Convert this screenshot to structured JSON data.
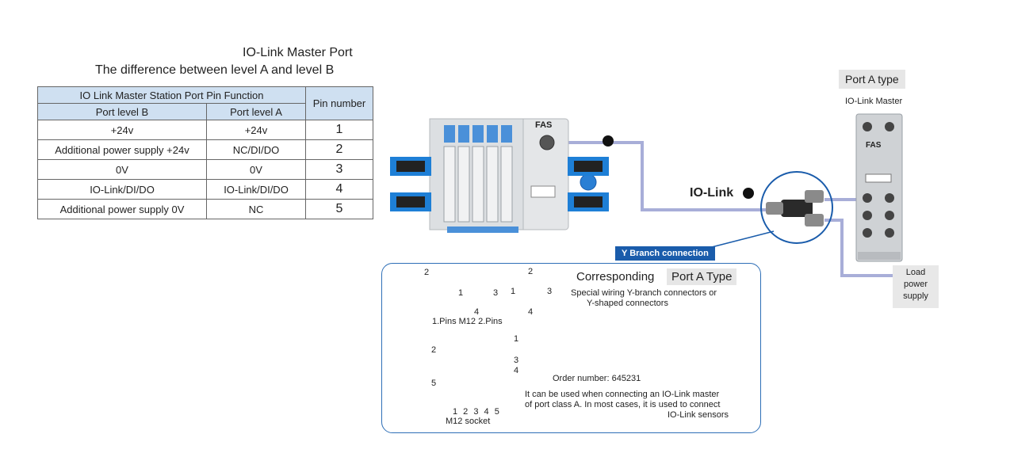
{
  "table_section": {
    "title_line1": "IO-Link Master Port",
    "title_line2": "The difference between level A and level B",
    "header_group": "IO Link Master Station Port Pin Function",
    "header_pin": "Pin number",
    "header_level_b": "Port level B",
    "header_level_a": "Port level A",
    "rows": [
      {
        "pin": "1",
        "level_a": "+24v",
        "level_b": "+24v"
      },
      {
        "pin": "2",
        "level_a": "NC/DI/DO",
        "level_b": "Additional power supply +24v"
      },
      {
        "pin": "3",
        "level_a": "0V",
        "level_b": "0V"
      },
      {
        "pin": "4",
        "level_a": "IO-Link/DI/DO",
        "level_b": "IO-Link/DI/DO"
      },
      {
        "pin": "5",
        "level_a": "NC",
        "level_b": "Additional power supply 0V"
      }
    ]
  },
  "diagram": {
    "io_link_label": "IO-Link",
    "port_a_type": "Port A type",
    "io_link_master_label": "IO-Link Master",
    "load_power_supply": [
      "Load",
      "power",
      "supply"
    ],
    "y_branch_label": "Y Branch connection",
    "device_brand": "FAS",
    "colors": {
      "accent_blue": "#1a5cab",
      "cable": "#a8aed8",
      "panel_border": "#2e6fb7"
    }
  },
  "panel": {
    "port_a_type": "Port A Type",
    "corresponding": "Corresponding",
    "special_wiring": [
      "Special wiring Y-branch connectors or",
      "Y-shaped connectors"
    ],
    "order_number": "Order number: 645231",
    "description": [
      "It can be used when connecting an IO-Link master",
      "of port class A. In most cases, it is used to connect",
      "IO-Link sensors"
    ],
    "pins_caption": "1.Pins M12 2.Pins",
    "socket_caption_nums": "1 2 3 4 5",
    "socket_caption": "M12 socket",
    "wiring_left_labels": [
      "2",
      "5"
    ],
    "wiring_right_labels": [
      "1",
      "3",
      "4"
    ],
    "conn_left_labels": [
      "2"
    ],
    "conn_mid_labels": [
      "1",
      "3",
      "4"
    ],
    "conn_right_labels": [
      "2",
      "1",
      "3",
      "4"
    ]
  }
}
